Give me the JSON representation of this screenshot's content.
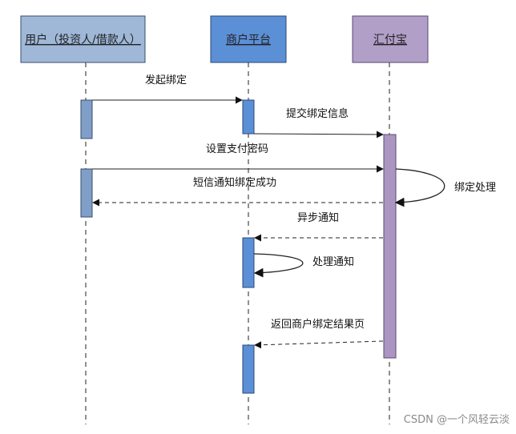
{
  "actors": [
    {
      "id": "user",
      "label": "用户（投资人/借款人）",
      "fill": "#9fb8d8",
      "border": "#3a4e6b"
    },
    {
      "id": "merchant",
      "label": "商户平台",
      "fill": "#5b8fd6",
      "border": "#2a4a78"
    },
    {
      "id": "huifubao",
      "label": "汇付宝",
      "fill": "#b29fc8",
      "border": "#5a4a73"
    }
  ],
  "messages": [
    {
      "label": "发起绑定",
      "from": "user",
      "to": "merchant",
      "style": "solid"
    },
    {
      "label": "提交绑定信息",
      "from": "merchant",
      "to": "huifubao",
      "style": "solid"
    },
    {
      "label": "设置支付密码",
      "from": "user",
      "to": "huifubao",
      "style": "solid"
    },
    {
      "label": "绑定处理",
      "from": "huifubao",
      "to": "huifubao",
      "style": "self"
    },
    {
      "label": "短信通知绑定成功",
      "from": "huifubao",
      "to": "user",
      "style": "dashed"
    },
    {
      "label": "异步通知",
      "from": "huifubao",
      "to": "merchant",
      "style": "dashed"
    },
    {
      "label": "处理通知",
      "from": "merchant",
      "to": "merchant",
      "style": "self"
    },
    {
      "label": "返回商户绑定结果页",
      "from": "huifubao",
      "to": "merchant",
      "style": "dashed"
    }
  ],
  "colors": {
    "user_activation": "#7f9fc9",
    "merchant_activation": "#5b8fd6",
    "huifubao_activation": "#ab96c2",
    "line": "#222222"
  },
  "watermark": "CSDN @一个风轻云淡"
}
